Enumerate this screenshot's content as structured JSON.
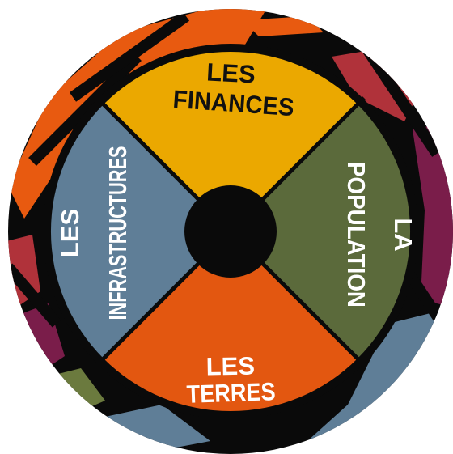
{
  "colors": {
    "finances": "#eba800",
    "population": "#5b6a3b",
    "terres": "#e35710",
    "infrastructures": "#5f7e97",
    "outline": "#0a0a0a",
    "ring_orange": "#e85a10",
    "ring_red": "#b0323a",
    "ring_plum": "#7a1d4a",
    "ring_green": "#6b7a3e",
    "ring_blue": "#5f7e97"
  },
  "segments": {
    "finances": {
      "line1": "LES",
      "line2": "FINANCES",
      "text_color": "dark"
    },
    "population": {
      "line1": "LA",
      "line2": "POPULATION",
      "text_color": "light"
    },
    "terres": {
      "line1": "LES",
      "line2": "TERRES",
      "text_color": "light"
    },
    "infrastructures": {
      "line1": "LES",
      "line2": "INFRASTRUCTURES",
      "text_color": "light"
    }
  }
}
